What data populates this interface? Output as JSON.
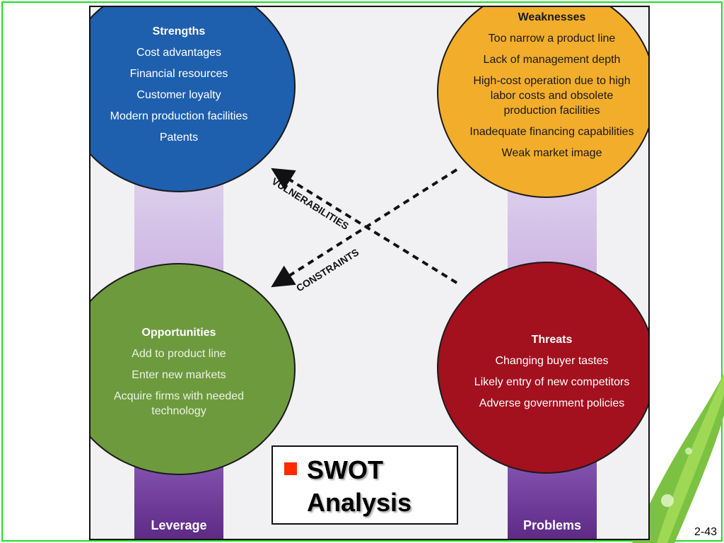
{
  "strengths": {
    "title": "Strengths",
    "items": [
      "Cost advantages",
      "Financial resources",
      "Customer loyalty",
      "Modern production facilities",
      "Patents"
    ]
  },
  "weaknesses": {
    "title": "Weaknesses",
    "items": [
      "Too narrow a product line",
      "Lack of management depth",
      "High-cost operation due to high labor costs and obsolete production facilities",
      "Inadequate financing capabilities",
      "Weak market image"
    ]
  },
  "opportunities": {
    "title": "Opportunities",
    "items": [
      "Add to product line",
      "Enter new markets",
      "Acquire firms with needed technology"
    ]
  },
  "threats": {
    "title": "Threats",
    "items": [
      "Changing buyer tastes",
      "Likely entry of new competitors",
      "Adverse government policies"
    ]
  },
  "arrows": {
    "vulnerabilities": "VULNERABILITIES",
    "constraints": "CONSTRAINTS"
  },
  "bars": {
    "left_label": "Leverage",
    "right_label": "Problems"
  },
  "caption": {
    "line1": "SWOT",
    "line2": "Analysis"
  },
  "slide_number": "2-43",
  "colors": {
    "strengths": "#1e5fae",
    "weaknesses": "#f2ad2a",
    "opportunities": "#6e9a3e",
    "threats": "#a3101e",
    "bar_bottom": "#5e2a86",
    "frame": "#22dd22"
  }
}
